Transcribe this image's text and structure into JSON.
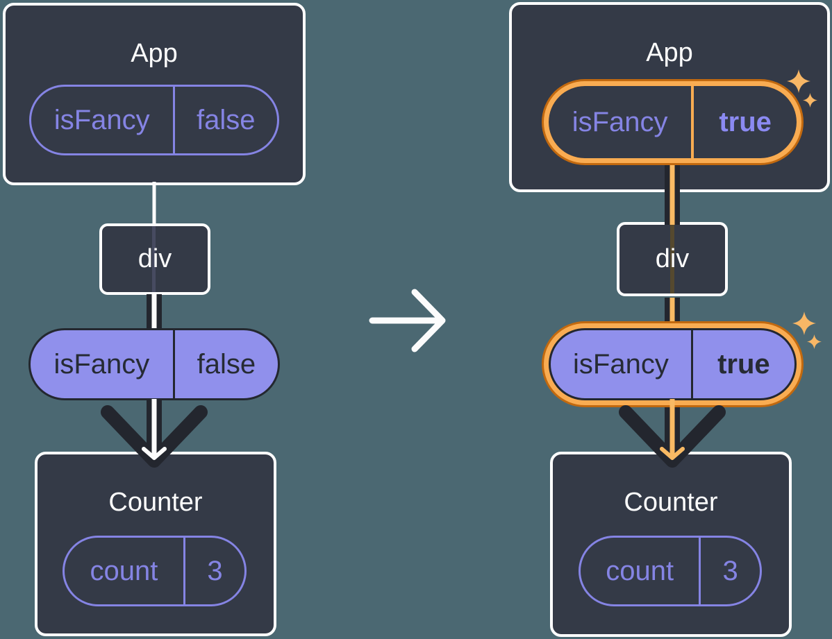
{
  "meta": {
    "description": "React docs style diagram: state isFancy flips from false to true and is passed down from App through div to Counter"
  },
  "left": {
    "app": {
      "title": "App",
      "state_key": "isFancy",
      "state_value": "false"
    },
    "div": {
      "title": "div"
    },
    "prop": {
      "key": "isFancy",
      "value": "false"
    },
    "counter": {
      "title": "Counter",
      "state_key": "count",
      "state_value": "3"
    }
  },
  "right": {
    "app": {
      "title": "App",
      "state_key": "isFancy",
      "state_value": "true"
    },
    "div": {
      "title": "div"
    },
    "prop": {
      "key": "isFancy",
      "value": "true"
    },
    "counter": {
      "title": "Counter",
      "state_key": "count",
      "state_value": "3"
    }
  },
  "icons": {
    "transition": "arrow-right-icon",
    "highlight": "sparkles-icon"
  },
  "colors": {
    "background": "#4B6872",
    "node_fill": "#343A47",
    "node_border": "#FFFFFF",
    "purple_stroke": "#8584E4",
    "purple_fill": "#9090EC",
    "dark_arrow": "#23262E",
    "orange_ring": "#F9AC52",
    "orange_ring_dark": "#C2690F",
    "orange_stripe": "#F9BA64",
    "sparkle": "#F8B766",
    "white": "#FCFCFC"
  }
}
